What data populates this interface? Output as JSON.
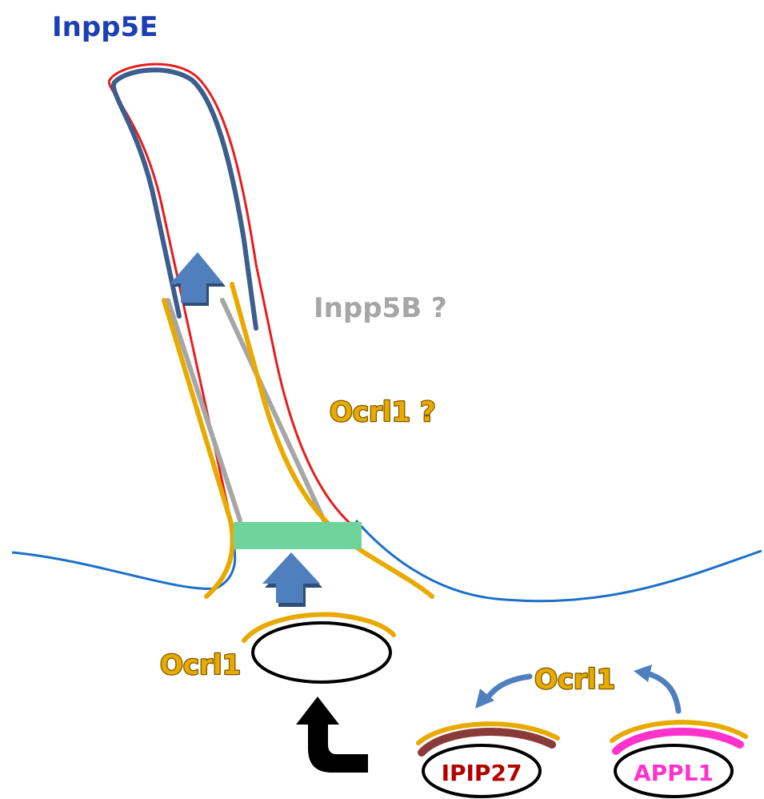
{
  "labels": {
    "inpp5e": "Inpp5E",
    "inpp5b": "Inpp5B ?",
    "ocrl1_question": "Ocrl1 ?",
    "ocrl1_vesicle": "Ocrl1",
    "ocrl1_recruited": "Ocrl1",
    "ipip27": "IPIP27",
    "appl1": "APPL1"
  },
  "colors": {
    "inpp5e": "#1d3fb5",
    "inpp5b": "#a6a6a6",
    "ocrl1": "#e8a900",
    "ocrl1_outline": "#7a5a00",
    "ipip27_text": "#b20000",
    "ipip27_coat": "#8b3a3a",
    "appl1_text": "#ff33cc",
    "appl1_coat": "#ff33cc",
    "axoneme": "#3b5e8c",
    "ciliary_membrane": "#e81c1c",
    "plasma_membrane": "#1c6fc8",
    "transition_zone": "#6fd49b",
    "transport_arrow": "#4f80bd",
    "recruit_arrow": "#4f80bd",
    "black_arrow": "#000000"
  }
}
